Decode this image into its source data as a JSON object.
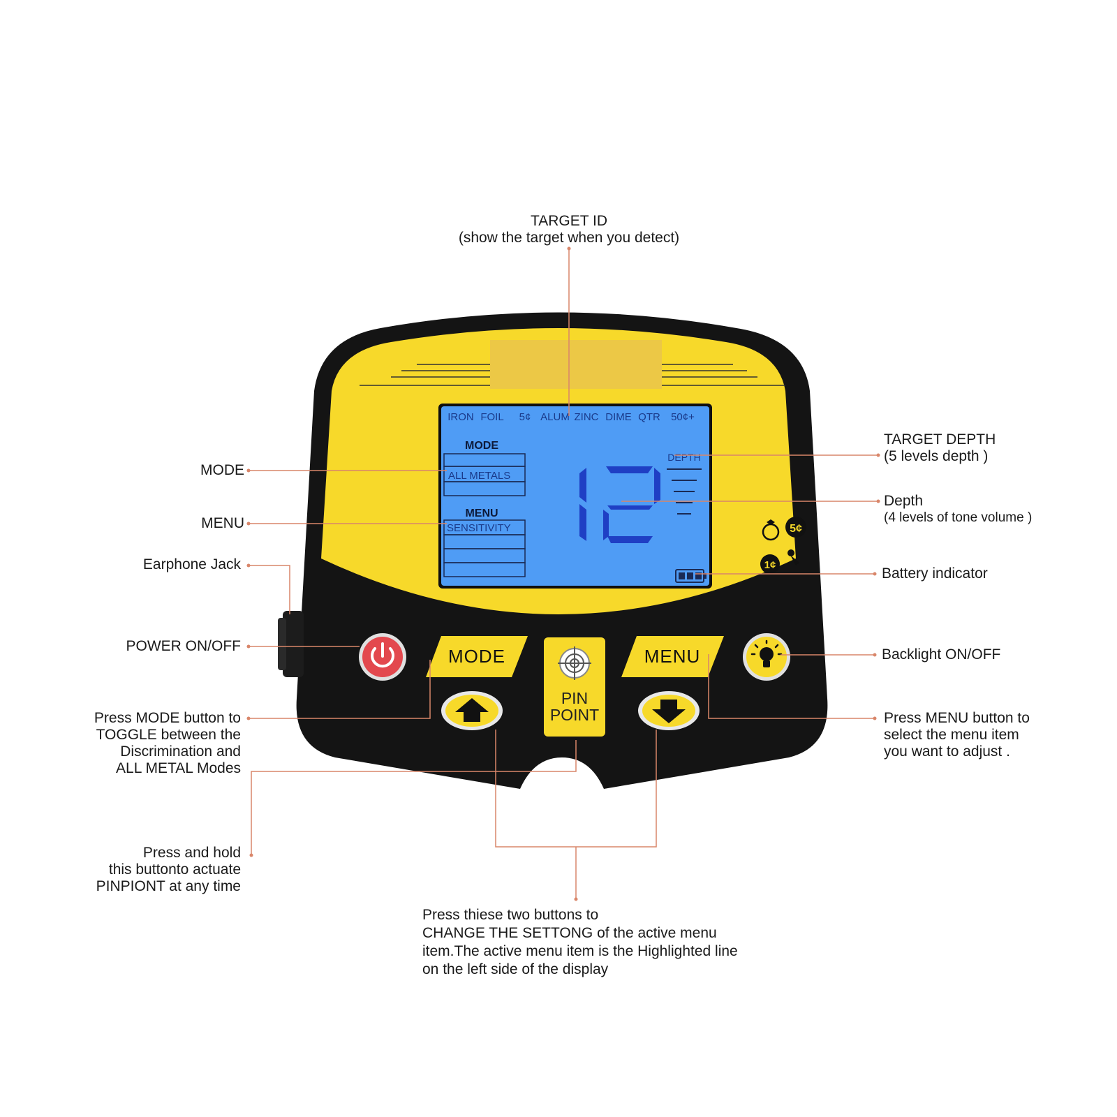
{
  "callouts": {
    "target_id": {
      "title": "TARGET ID",
      "sub": "(show the target when you detect)"
    },
    "target_depth": {
      "title": "TARGET DEPTH",
      "sub": "(5 levels depth )"
    },
    "depth": {
      "title": "Depth",
      "sub": "(4 levels of tone volume )"
    },
    "battery": "Battery indicator",
    "backlight": "Backlight  ON/OFF",
    "menu_button": [
      "Press MENU button to",
      "select the menu item",
      "you want to adjust ."
    ],
    "mode": "MODE",
    "menu": "MENU",
    "earphone": "Earphone Jack",
    "power": "POWER ON/OFF",
    "mode_button": [
      "Press MODE button to",
      "TOGGLE between the",
      "Discrimination and",
      "ALL METAL Modes"
    ],
    "pinpoint": [
      "Press and hold",
      "this buttonto actuate",
      "PINPIONT at any time"
    ],
    "arrows": [
      "Press thiese two buttons to",
      "CHANGE THE SETTONG of the active menu",
      "item.The active menu item is the Highlighted line",
      "on the left side of the display"
    ]
  },
  "lcd": {
    "targets": [
      "IRON",
      "FOIL",
      "5¢",
      "ALUM",
      "ZINC",
      "DIME",
      "QTR",
      "50¢+"
    ],
    "mode_header": "MODE",
    "mode_value": "ALL METALS",
    "menu_header": "MENU",
    "menu_value": "SENSITIVITY",
    "depth_label": "DEPTH",
    "reading": "12"
  },
  "coin_icons": {
    "five": "5¢",
    "one": "1¢"
  },
  "buttons": {
    "mode": "MODE",
    "menu": "MENU",
    "pinpoint": [
      "PIN",
      "POINT"
    ]
  },
  "colors": {
    "body": "#111111",
    "panel": "#f7d92a",
    "lcd": "#4f9cf5",
    "leader": "#d9866a",
    "power": "#e3484e"
  }
}
